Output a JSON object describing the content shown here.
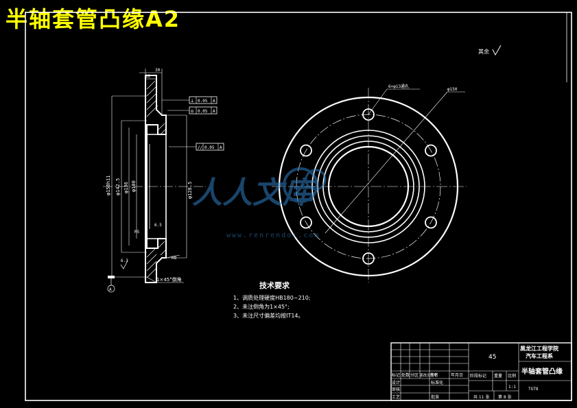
{
  "title": "半轴套管凸缘A2",
  "roughness_note": "其余",
  "watermark": {
    "brand": "人人文库",
    "url": "www.renrendoc.com"
  },
  "section_view": {
    "top_dims": [
      "30",
      "12"
    ],
    "diam_labels": [
      "φ158h11",
      "φ142.5",
      "φ136",
      "φ100"
    ],
    "diam_right": "φ128.5",
    "tolerances": [
      {
        "symbol": "⊥",
        "value": "0.05",
        "datum": "A"
      },
      {
        "symbol": "◎",
        "value": "0.05",
        "datum": "A"
      },
      {
        "symbol": "//",
        "value": "0.05",
        "datum": "A"
      }
    ],
    "small_labels": [
      "R5",
      "6.5",
      "R8",
      "6.3",
      "A"
    ],
    "chamfer_note": "1×45°倒角"
  },
  "front_view": {
    "holes_note": "6×φ13通孔",
    "pcd_note": "φ150",
    "hole_count": 6
  },
  "tech_requirements": {
    "heading": "技术要求",
    "items": [
      "1、调质处理硬度HB180~210;",
      "2、未注倒角为1×45°;",
      "3、未注尺寸偏差均按IT14。"
    ]
  },
  "title_block": {
    "material": "45",
    "school": "黑龙江工程学院",
    "department": "汽车工程系",
    "part_name": "半轴套管凸缘",
    "header_cells": [
      "标记",
      "处数",
      "分区",
      "更改文件号",
      "签名",
      "年月日"
    ],
    "stage_cells": [
      "阶段标记",
      "重量",
      "比例"
    ],
    "scale": "1:1",
    "rows": [
      "设计",
      "审核",
      "工艺"
    ],
    "sign_labels": [
      "标准化",
      "批准"
    ],
    "sheets": "共 11 张",
    "sheet_no": "第 8 张",
    "drawing_no": "TGT8"
  }
}
